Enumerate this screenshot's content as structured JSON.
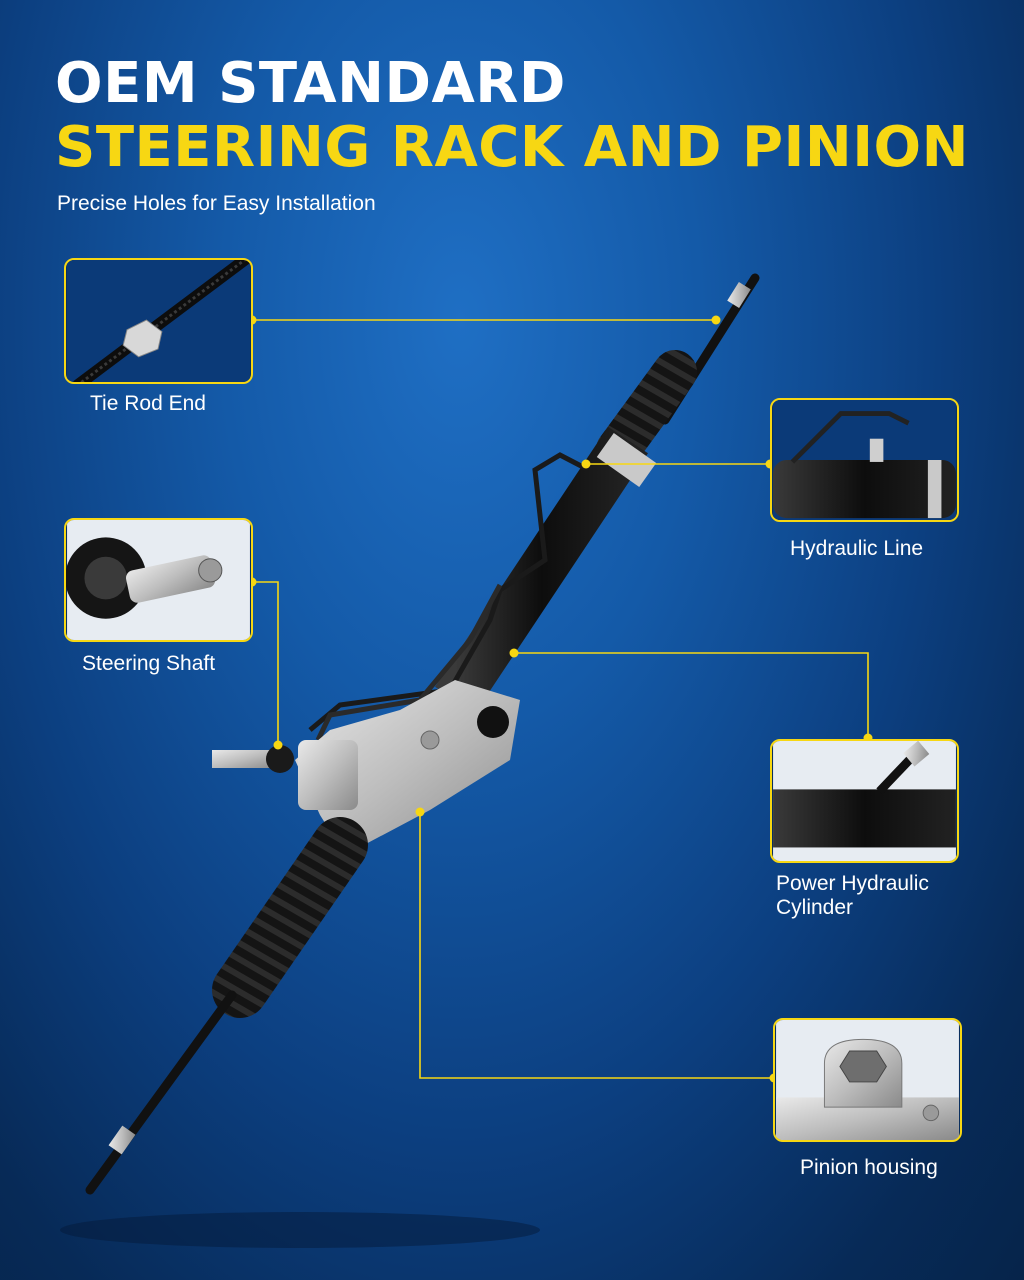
{
  "header": {
    "title_line1": "OEM STANDARD",
    "title_line2": "STEERING RACK AND PINION",
    "subtitle": "Precise Holes for Easy Installation"
  },
  "callouts": {
    "tie_rod_end": {
      "label": "Tie Rod End"
    },
    "hydraulic_line": {
      "label": "Hydraulic Line"
    },
    "steering_shaft": {
      "label": "Steering Shaft"
    },
    "power_hydraulic_cylinder": {
      "label_line1": "Power Hydraulic",
      "label_line2": "Cylinder"
    },
    "pinion_housing": {
      "label": "Pinion housing"
    }
  },
  "colors": {
    "accent_yellow": "#f7d713",
    "background_blue": "#145aa8",
    "text_white": "#ffffff"
  }
}
